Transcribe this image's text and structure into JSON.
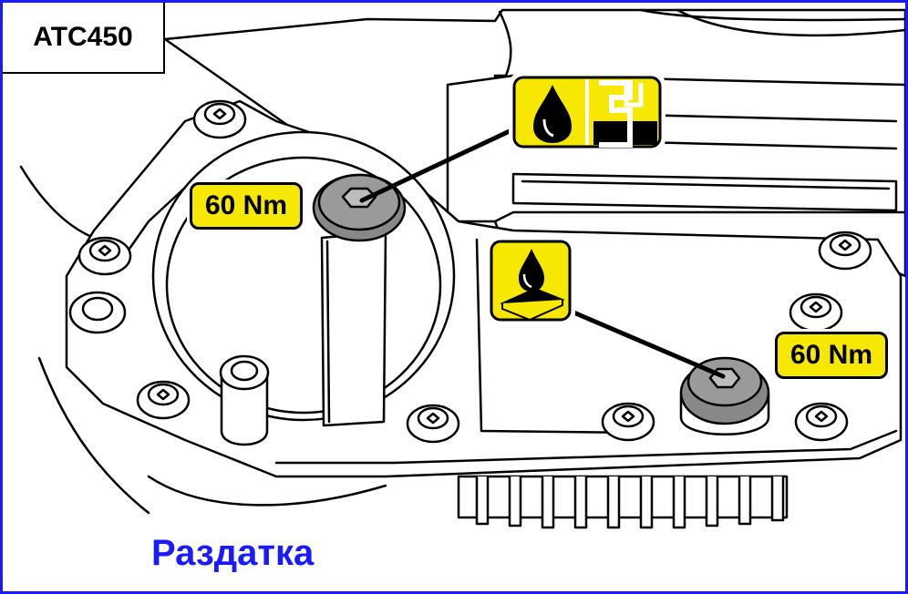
{
  "diagram": {
    "model_label": "ATC450",
    "fill_plug": {
      "torque": "60 Nm",
      "symbol": "oil-fill-level-icon"
    },
    "drain_plug": {
      "torque": "60 Nm",
      "symbol": "oil-drain-icon"
    },
    "caption": "Раздатка",
    "colors": {
      "label_yellow": "#f6e800",
      "caption_blue": "#1a1aff",
      "plug_gray": "#888888",
      "outline": "#000000"
    }
  }
}
